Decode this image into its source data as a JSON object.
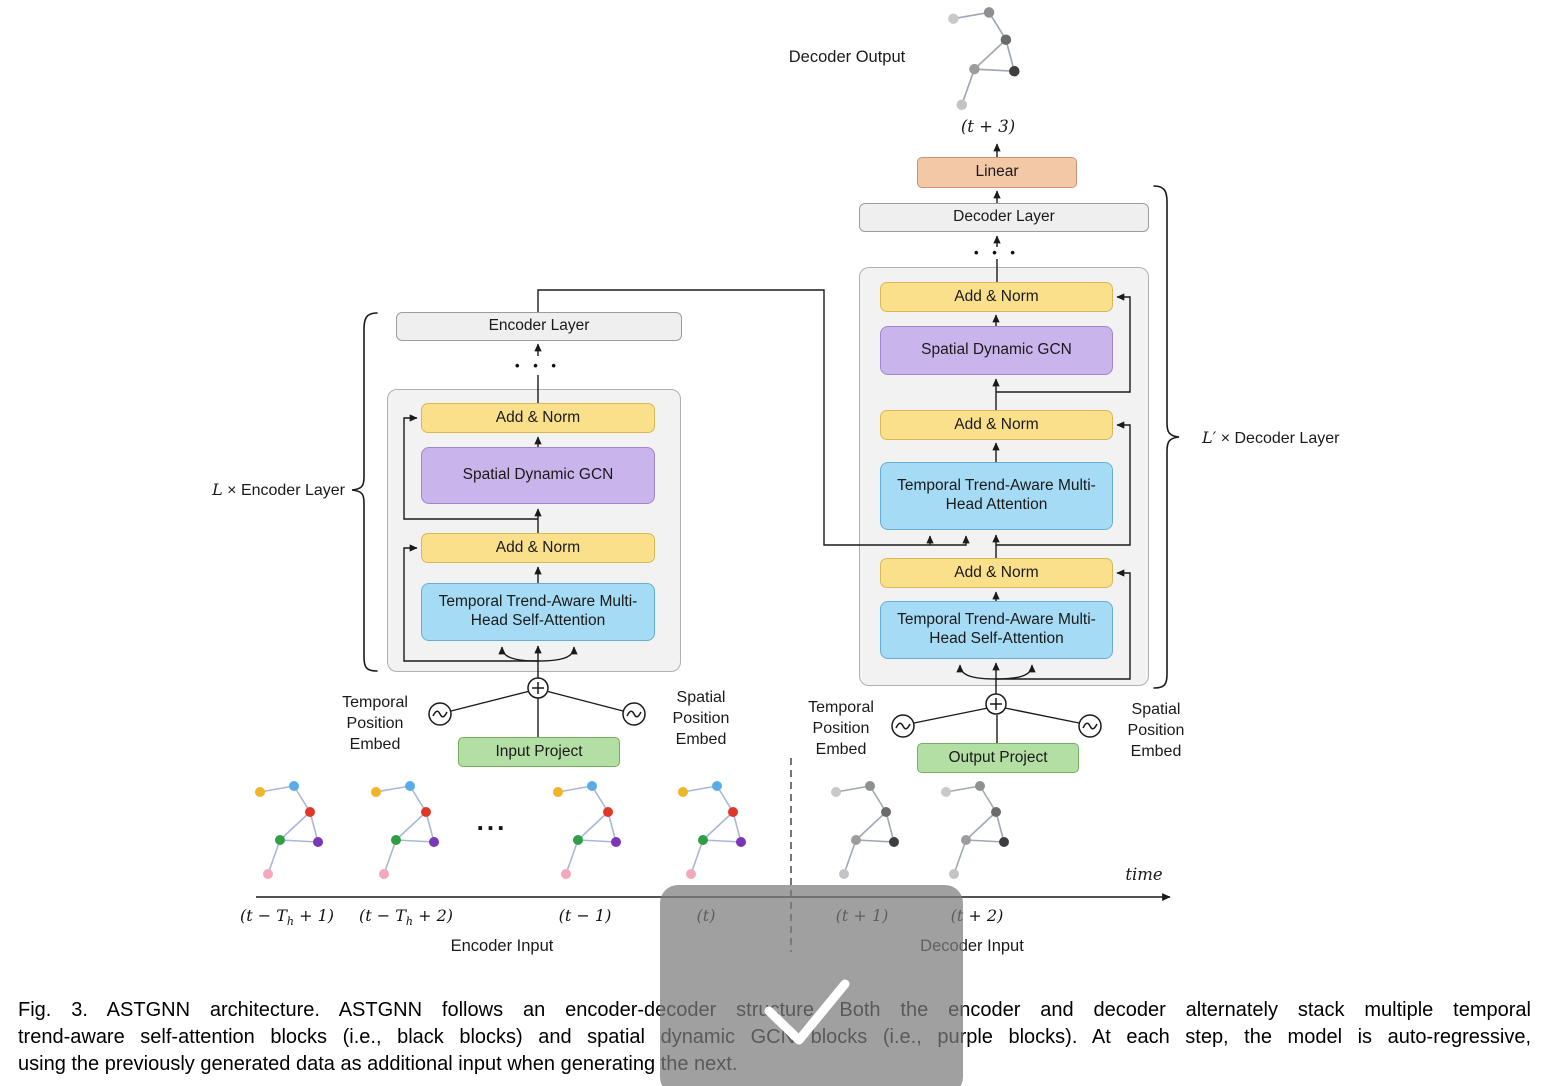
{
  "palette": {
    "box-yellow": "#FBE08C",
    "box-yellow-border": "#D9B954",
    "box-purple": "#C9B5EC",
    "box-purple-border": "#9F86CE",
    "box-blue": "#A5DBF4",
    "box-blue-border": "#64AFD6",
    "box-green": "#B4DFA4",
    "box-green-border": "#74AE60",
    "box-peach": "#F3C8A6",
    "box-peach-border": "#C99475",
    "box-gray": "#EFEFEF",
    "box-gray-border": "#9C9C9C",
    "stack-gray": "#F2F2F2",
    "stack-border": "#B0B0B0",
    "wire": "#1A1A1A",
    "sk-orange": "#F0B429",
    "sk-blue": "#5AACE8",
    "sk-red": "#E03828",
    "sk-green": "#2F9E44",
    "sk-purple": "#7A35B8",
    "sk-pink": "#F4A8BE",
    "sk-edge": "#A8B8D8",
    "sk-g1": "#C9C9C9",
    "sk-g2": "#8F8F8F",
    "sk-g3": "#6B6B6B",
    "sk-g4": "#9C9C9C",
    "sk-g5": "#3E3E3E",
    "sk-g6": "#C4C4C4",
    "sk-gedge": "#A0A8B4",
    "overlay-bg": "rgba(124,124,124,0.72)",
    "overlay-check": "#FFFFFF"
  },
  "icons": {
    "add_position": "⊕",
    "positional_encoding": "∼",
    "saved_checkmark": "✓"
  },
  "diagram": {
    "decoder_output_label": "Decoder Output",
    "t_plus_3": "(t + 3)",
    "linear": "Linear",
    "decoder_layer": "Decoder Layer",
    "encoder_layer": "Encoder Layer",
    "stack_dots": "• • •",
    "add_norm": "Add & Norm",
    "spatial_gcn": "Spatial Dynamic GCN",
    "tta_mha": "Temporal Trend-Aware Multi-Head Attention",
    "tta_mhsa": "Temporal Trend-Aware Multi-Head Self-Attention",
    "encoder_brace": {
      "math": "L",
      "rest": " × Encoder Layer"
    },
    "decoder_brace": {
      "math": "L′",
      "rest": " × Decoder Layer"
    },
    "temporal_embed": "Temporal Position Embed",
    "spatial_embed": "Spatial Position Embed",
    "input_project": "Input Project",
    "output_project": "Output Project"
  },
  "timeline": {
    "ellipsis": "...",
    "time_label": "time",
    "encoder_input": "Encoder Input",
    "decoder_input": "Decoder Input",
    "ticks": [
      {
        "pre": "(t − T",
        "sub": "h",
        "post": " + 1)"
      },
      {
        "pre": "(t − T",
        "sub": "h",
        "post": " + 2)"
      },
      {
        "pre": "(t − 1)",
        "sub": "",
        "post": ""
      },
      {
        "pre": "(t)",
        "sub": "",
        "post": ""
      },
      {
        "pre": "(t + 1)",
        "sub": "",
        "post": ""
      },
      {
        "pre": "(t + 2)",
        "sub": "",
        "post": ""
      }
    ]
  },
  "caption": {
    "lines": [
      "Fig. 3. ASTGNN architecture. ASTGNN follows an encoder-decoder structure. Both the encoder and decoder alternately stack multiple temporal",
      "trend-aware self-attention blocks (i.e., black blocks) and spatial dynamic GCN blocks (i.e., purple blocks). At each step, the model is auto-regressive,",
      "using the previously generated data as additional input when generating the next."
    ]
  }
}
